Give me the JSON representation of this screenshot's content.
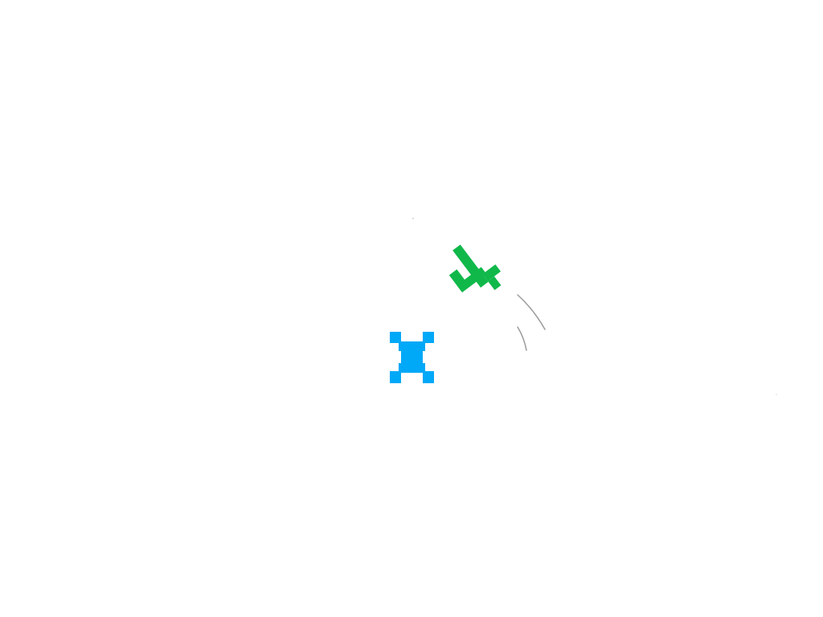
{
  "scene": {
    "background": "#ffffff",
    "pieces": [
      {
        "name": "blue-x-glyph",
        "label": "X",
        "color": "#00a8f8"
      },
      {
        "name": "green-glyph",
        "label": "4",
        "color": "#10b84a"
      }
    ],
    "trail_color": "#9a9a9a"
  }
}
